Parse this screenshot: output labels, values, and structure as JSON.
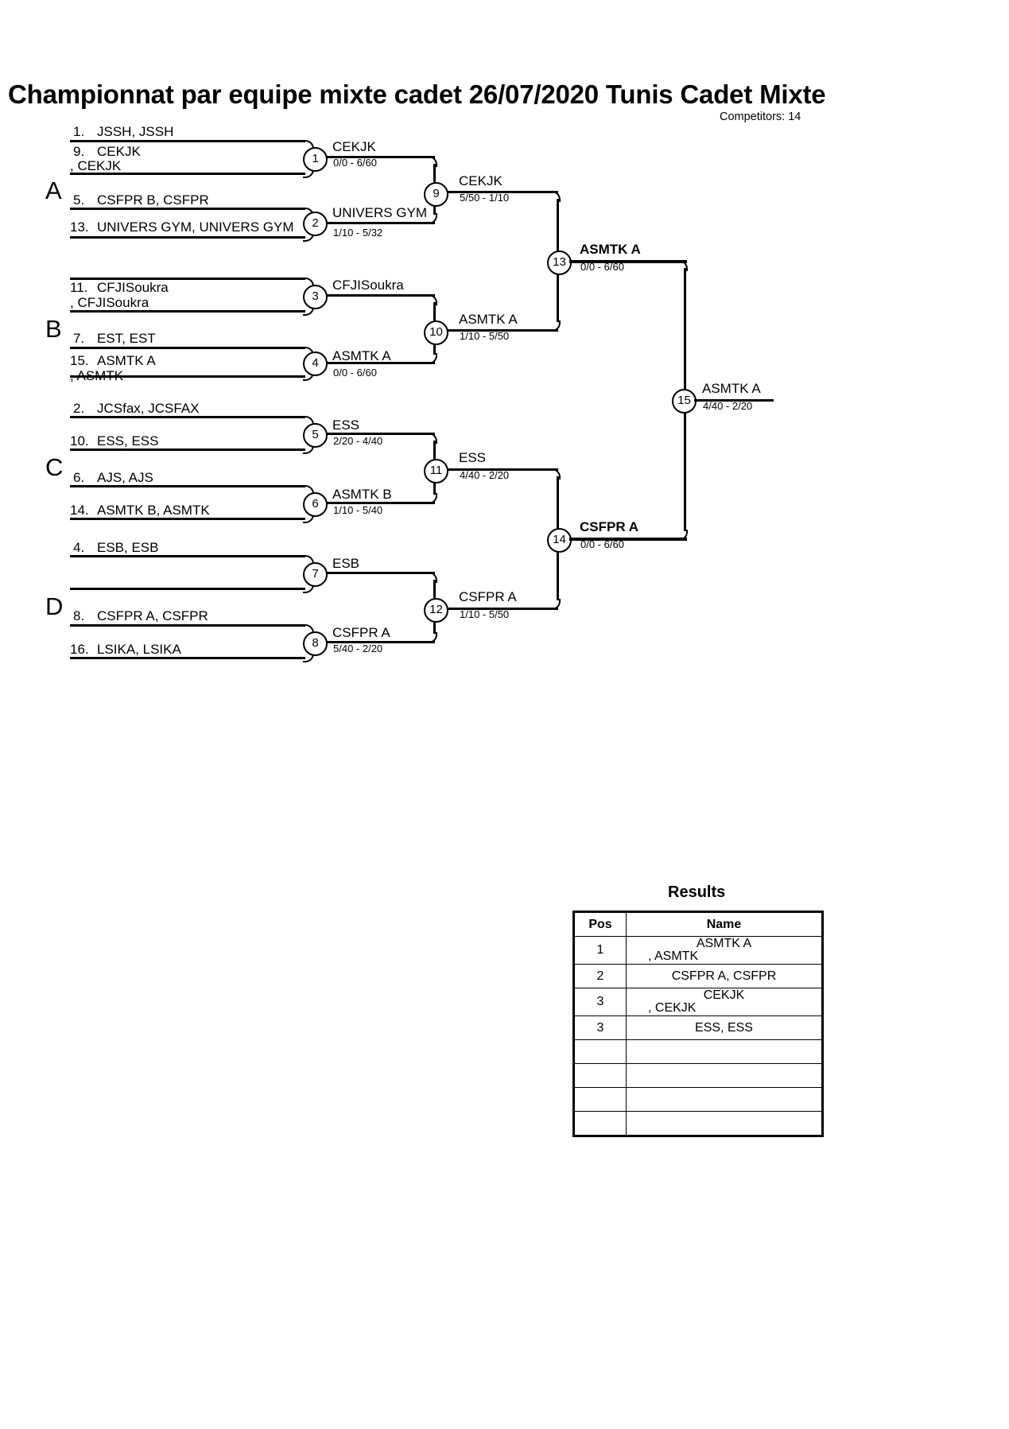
{
  "header": {
    "title": "Championnat par equipe mixte cadet  26/07/2020  Tunis   Cadet Mixte",
    "competitors": "Competitors: 14"
  },
  "groups": {
    "a": "A",
    "b": "B",
    "c": "C",
    "d": "D"
  },
  "entrants": [
    {
      "seed": "1.",
      "name": "JSSH, JSSH"
    },
    {
      "seed": "9.",
      "name": "CEKJK",
      "name2": ", CEKJK"
    },
    {
      "seed": "5.",
      "name": "CSFPR B, CSFPR"
    },
    {
      "seed": "13.",
      "name": "UNIVERS GYM, UNIVERS GYM"
    },
    {
      "seed": "11.",
      "name": "CFJISoukra",
      "name2": ", CFJISoukra"
    },
    {
      "seed": "7.",
      "name": "EST, EST"
    },
    {
      "seed": "15.",
      "name": "ASMTK A",
      "name2": ", ASMTK"
    },
    {
      "seed": "2.",
      "name": "JCSfax, JCSFAX"
    },
    {
      "seed": "10.",
      "name": "ESS, ESS"
    },
    {
      "seed": "6.",
      "name": "AJS, AJS"
    },
    {
      "seed": "14.",
      "name": "ASMTK B, ASMTK"
    },
    {
      "seed": "4.",
      "name": "ESB, ESB"
    },
    {
      "seed": "",
      "name": ""
    },
    {
      "seed": "8.",
      "name": "CSFPR A, CSFPR"
    },
    {
      "seed": "16.",
      "name": "LSIKA, LSIKA"
    }
  ],
  "matches": [
    {
      "no": "1",
      "winner": "CEKJK",
      "score": "0/0 - 6/60"
    },
    {
      "no": "2",
      "winner": "UNIVERS GYM",
      "score": "1/10 - 5/32"
    },
    {
      "no": "3",
      "winner": "CFJISoukra",
      "score": ""
    },
    {
      "no": "4",
      "winner": "ASMTK A",
      "score": "0/0 - 6/60"
    },
    {
      "no": "5",
      "winner": "ESS",
      "score": "2/20 - 4/40"
    },
    {
      "no": "6",
      "winner": "ASMTK B",
      "score": "1/10 - 5/40"
    },
    {
      "no": "7",
      "winner": "ESB",
      "score": ""
    },
    {
      "no": "8",
      "winner": "CSFPR A",
      "score": "5/40 - 2/20"
    },
    {
      "no": "9",
      "winner": "CEKJK",
      "score": "5/50 - 1/10"
    },
    {
      "no": "10",
      "winner": "ASMTK A",
      "score": "1/10 - 5/50"
    },
    {
      "no": "11",
      "winner": "ESS",
      "score": "4/40 - 2/20"
    },
    {
      "no": "12",
      "winner": "CSFPR A",
      "score": "1/10 - 5/50"
    },
    {
      "no": "13",
      "winner": "ASMTK A",
      "score": "0/0 - 6/60"
    },
    {
      "no": "14",
      "winner": "CSFPR A",
      "score": "0/0 - 6/60"
    },
    {
      "no": "15",
      "winner": "ASMTK A",
      "score": "4/40 - 2/20"
    }
  ],
  "results": {
    "title": "Results",
    "columns": {
      "pos": "Pos",
      "name": "Name"
    },
    "rows": [
      {
        "pos": "1",
        "name": "ASMTK A",
        "name2": ", ASMTK"
      },
      {
        "pos": "2",
        "name": "CSFPR A, CSFPR",
        "name2": ""
      },
      {
        "pos": "3",
        "name": "CEKJK",
        "name2": ", CEKJK"
      },
      {
        "pos": "3",
        "name": "ESS, ESS",
        "name2": ""
      },
      {
        "pos": "",
        "name": "",
        "name2": ""
      },
      {
        "pos": "",
        "name": "",
        "name2": ""
      },
      {
        "pos": "",
        "name": "",
        "name2": ""
      },
      {
        "pos": "",
        "name": "",
        "name2": ""
      }
    ]
  }
}
